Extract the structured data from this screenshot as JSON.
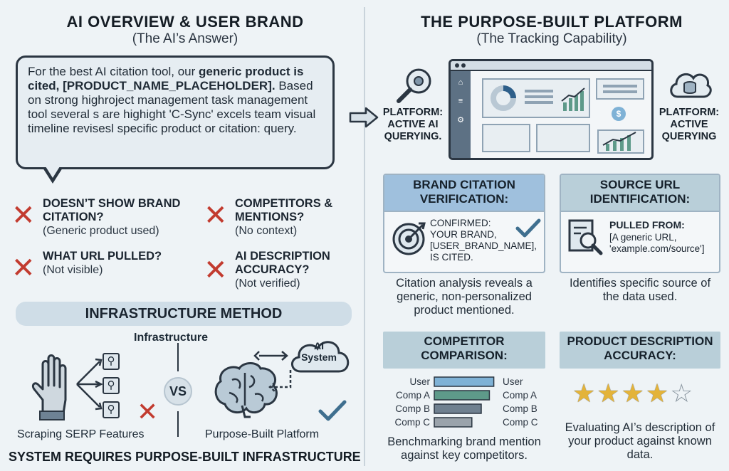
{
  "left": {
    "title": "AI OVERVIEW & USER BRAND",
    "subtitle": "(The AI’s Answer)",
    "bubble": {
      "line1_plain": "For the best AI citation tool, our ",
      "line1_bold": "generic product is cited, [PRODUCT_NAME_PLACEHOLDER].",
      "body": "Based on strong highroject management task management tool several s are highight 'C-Sync' excels team visual timeline revisesl specific product or citation: query."
    },
    "issues": [
      {
        "title": "DOESN’T SHOW BRAND CITATION?",
        "sub": "(Generic product used)"
      },
      {
        "title": "COMPETITORS & MENTIONS?",
        "sub": "(No context)"
      },
      {
        "title": "WHAT URL PULLED?",
        "sub": "(Not visible)"
      },
      {
        "title": "AI DESCRIPTION ACCURACY?",
        "sub": "(Not verified)"
      }
    ],
    "method": {
      "title": "INFRASTRUCTURE METHOD",
      "infra_label": "Infrastructure",
      "vs": "VS",
      "ai_system": "AI System",
      "scraping_label": "Scraping SERP Features",
      "platform_label": "Purpose-Built Platform",
      "footer": "SYSTEM REQUIRES PURPOSE-BUILT INFRASTRUCTURE"
    }
  },
  "right": {
    "title": "THE PURPOSE-BUILT PLATFORM",
    "subtitle": "(The Tracking Capability)",
    "platform_left": "PLATFORM: ACTIVE AI QUERYING.",
    "platform_right": "PLATFORM: ACTIVE QUERYING",
    "cards": {
      "brand": {
        "title": "BRAND CITATION VERIFICATION:",
        "body": "CONFIRMED: YOUR BRAND, [USER_BRAND_NAME], IS CITED.",
        "caption": "Citation analysis reveals a generic, non-personalized product mentioned."
      },
      "source": {
        "title": "SOURCE URL IDENTIFICATION:",
        "body_title": "PULLED FROM:",
        "body": "[A generic URL, 'example.com/source']",
        "caption": "Identifies specific source of the data used."
      },
      "competitor": {
        "title": "COMPETITOR COMPARISON:",
        "caption": "Benchmarking brand mention against key competitors."
      },
      "description": {
        "title": "PRODUCT DESCRIPTION ACCURACY:",
        "caption": "Evaluating AI’s description of your product against known data."
      }
    }
  },
  "chart_data": {
    "type": "bar",
    "categories": [
      "User",
      "Comp A",
      "Comp B",
      "Comp C"
    ],
    "values": [
      0.95,
      0.88,
      0.75,
      0.6
    ],
    "bar_colors": [
      "#7fb2d6",
      "#5e9a8a",
      "#6f8090",
      "#9aa3ab"
    ]
  },
  "rating": {
    "filled": 4,
    "total": 5,
    "color": "#e3b33a"
  },
  "colors": {
    "x_red": "#c23b2f",
    "accent_blue": "#2e5f8a",
    "check": "#3f6f8f"
  }
}
